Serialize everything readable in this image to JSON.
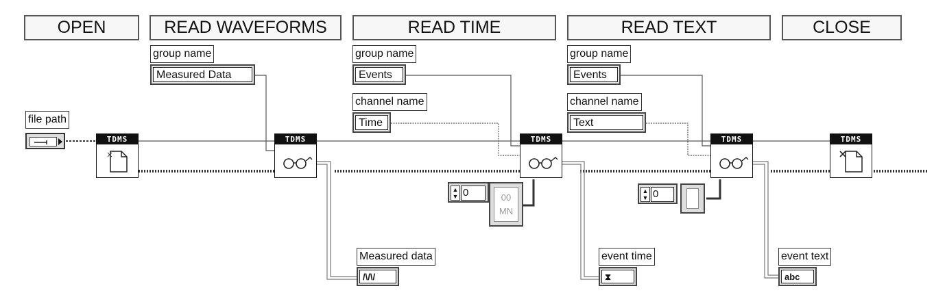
{
  "headers": {
    "open": "OPEN",
    "read_waveforms": "READ WAVEFORMS",
    "read_time": "READ TIME",
    "read_text": "READ TEXT",
    "close": "CLOSE"
  },
  "labels": {
    "file_path": "file path",
    "group_name": "group name",
    "channel_name": "channel name",
    "measured_data": "Measured data",
    "event_time": "event time",
    "event_text": "event text"
  },
  "constants": {
    "group_waveforms": "Measured Data",
    "group_time": "Events",
    "channel_time": "Time",
    "group_text": "Events",
    "channel_text": "Text",
    "numeric_time": "0",
    "numeric_text": "0",
    "timestamp_top": "00",
    "timestamp_bottom": "MN"
  },
  "nodes": {
    "tdms_label": "TDMS"
  },
  "indicators": {
    "waveform_glyph": "/\\/\\/",
    "time_glyph": "⧗",
    "text_glyph": "abc"
  },
  "colors": {
    "wire_dark": "#333333",
    "wire_mid": "#777777",
    "header_border": "#555555"
  }
}
